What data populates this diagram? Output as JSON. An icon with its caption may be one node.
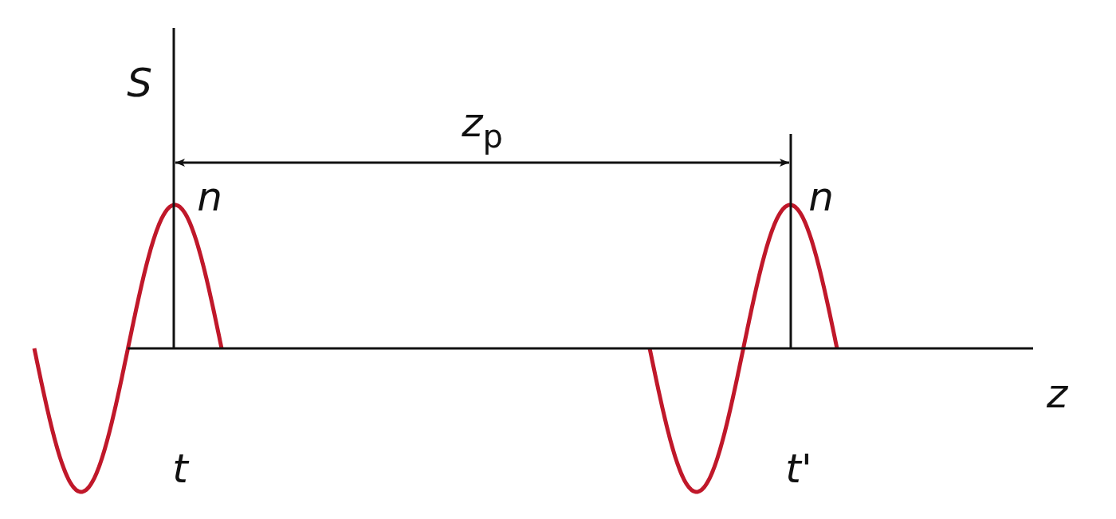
{
  "diagram": {
    "labels": [
      "S",
      "*z*$_{p}$",
      "n",
      "n",
      "z",
      "t",
      "t'"
    ]
  }
}
